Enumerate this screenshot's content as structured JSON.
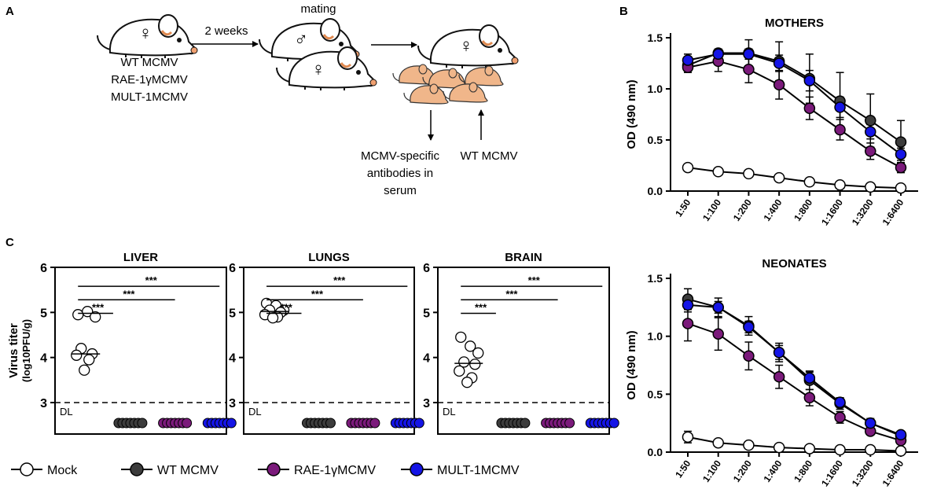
{
  "panel_labels": {
    "a": "A",
    "b": "B",
    "c": "C"
  },
  "schematic": {
    "mother_symbol": "♀",
    "father_symbol": "♂",
    "infection_lines": [
      "WT MCMV",
      "RAE-1γMCMV",
      "MULT-1MCMV"
    ],
    "two_weeks": "2 weeks",
    "mating": "mating",
    "antibody_lines": [
      "MCMV-specific",
      "antibodies in",
      "serum"
    ],
    "challenge": "WT MCMV",
    "mouse_icon": "mouse-icon",
    "pup_icon": "pup-icon"
  },
  "legend": {
    "items": [
      {
        "label": "Mock",
        "color": "#ffffff"
      },
      {
        "label": "WT MCMV",
        "color": "#3c3c3c"
      },
      {
        "label": "RAE-1γMCMV",
        "color": "#7b1a7b"
      },
      {
        "label": "MULT-1MCMV",
        "color": "#1515e6"
      }
    ]
  },
  "chart_data": [
    {
      "type": "line",
      "title": "MOTHERS",
      "ylabel": "OD (490 nm)",
      "categories": [
        "1:50",
        "1:100",
        "1:200",
        "1:400",
        "1:800",
        "1:1600",
        "1:3200",
        "1:6400"
      ],
      "ylim": [
        0,
        1.5
      ],
      "yticks": [
        "0.0",
        "0.5",
        "1.0",
        "1.5"
      ],
      "series": [
        {
          "name": "WT MCMV",
          "color": "#3c3c3c",
          "values": [
            1.23,
            1.35,
            1.35,
            1.27,
            1.1,
            0.88,
            0.69,
            0.48
          ],
          "err": [
            0.04,
            0.04,
            0.13,
            0.19,
            0.24,
            0.28,
            0.26,
            0.21
          ]
        },
        {
          "name": "RAE-1γMCMV",
          "color": "#7b1a7b",
          "values": [
            1.21,
            1.27,
            1.19,
            1.04,
            0.81,
            0.6,
            0.39,
            0.23
          ],
          "err": [
            0.05,
            0.1,
            0.13,
            0.14,
            0.11,
            0.1,
            0.08,
            0.05
          ]
        },
        {
          "name": "MULT-1MCMV",
          "color": "#1515e6",
          "values": [
            1.28,
            1.34,
            1.34,
            1.25,
            1.08,
            0.82,
            0.58,
            0.36
          ],
          "err": [
            0.06,
            0.04,
            0.05,
            0.08,
            0.1,
            0.1,
            0.07,
            0.06
          ]
        },
        {
          "name": "Mock",
          "color": "#ffffff",
          "values": [
            0.23,
            0.19,
            0.17,
            0.13,
            0.09,
            0.06,
            0.04,
            0.03
          ],
          "err": [
            0,
            0,
            0,
            0,
            0,
            0,
            0,
            0
          ]
        }
      ]
    },
    {
      "type": "line",
      "title": "NEONATES",
      "ylabel": "OD (490 nm)",
      "categories": [
        "1:50",
        "1:100",
        "1:200",
        "1:400",
        "1:800",
        "1:1600",
        "1:3200",
        "1:6400"
      ],
      "ylim": [
        0,
        1.5
      ],
      "yticks": [
        "0.0",
        "0.5",
        "1.0",
        "1.5"
      ],
      "series": [
        {
          "name": "WT MCMV",
          "color": "#3c3c3c",
          "values": [
            1.32,
            1.25,
            1.09,
            0.86,
            0.62,
            0.42,
            0.25,
            0.14
          ],
          "err": [
            0.09,
            0.08,
            0.08,
            0.08,
            0.08,
            0.05,
            0.04,
            0.03
          ]
        },
        {
          "name": "RAE-1γMCMV",
          "color": "#7b1a7b",
          "values": [
            1.11,
            1.02,
            0.83,
            0.65,
            0.47,
            0.3,
            0.18,
            0.1
          ],
          "err": [
            0.15,
            0.14,
            0.12,
            0.1,
            0.07,
            0.05,
            0.03,
            0.02
          ]
        },
        {
          "name": "MULT-1MCMV",
          "color": "#1515e6",
          "values": [
            1.27,
            1.25,
            1.08,
            0.86,
            0.64,
            0.43,
            0.25,
            0.15
          ],
          "err": [
            0.06,
            0.05,
            0.05,
            0.06,
            0.05,
            0.04,
            0.03,
            0.02
          ]
        },
        {
          "name": "Mock",
          "color": "#ffffff",
          "values": [
            0.13,
            0.08,
            0.06,
            0.04,
            0.03,
            0.02,
            0.02,
            0.01
          ],
          "err": [
            0.05,
            0,
            0,
            0,
            0,
            0,
            0,
            0
          ]
        }
      ]
    },
    {
      "type": "scatter",
      "title": "LIVER",
      "ylabel": "Virus titer",
      "ylabel_unit": "(log10PFU/g)",
      "ylim": [
        3,
        6
      ],
      "yticks": [
        "3",
        "4",
        "5",
        "6"
      ],
      "detection_limit_label": "DL",
      "detection_limit": 3,
      "significance": [
        "***",
        "***",
        "***"
      ],
      "groups": [
        {
          "name": "Mock",
          "color": "#ffffff",
          "values": [
            4.95,
            5.02,
            4.9,
            4.2,
            4.08,
            4.05,
            3.95,
            3.72
          ],
          "median": 4.08
        },
        {
          "name": "WT MCMV",
          "color": "#3c3c3c",
          "below_detection": true
        },
        {
          "name": "RAE-1γMCMV",
          "color": "#7b1a7b",
          "below_detection": true
        },
        {
          "name": "MULT-1MCMV",
          "color": "#1515e6",
          "below_detection": true
        }
      ]
    },
    {
      "type": "scatter",
      "title": "LUNGS",
      "ylabel": "",
      "ylim": [
        3,
        6
      ],
      "yticks": [
        "3",
        "4",
        "5",
        "6"
      ],
      "detection_limit_label": "DL",
      "detection_limit": 3,
      "significance": [
        "***",
        "***",
        "***"
      ],
      "groups": [
        {
          "name": "Mock",
          "color": "#ffffff",
          "values": [
            5.2,
            5.15,
            5.05,
            5.05,
            5.0,
            4.95,
            4.9,
            4.88
          ],
          "median": 5.02
        },
        {
          "name": "WT MCMV",
          "color": "#3c3c3c",
          "below_detection": true
        },
        {
          "name": "RAE-1γMCMV",
          "color": "#7b1a7b",
          "below_detection": true
        },
        {
          "name": "MULT-1MCMV",
          "color": "#1515e6",
          "below_detection": true
        }
      ]
    },
    {
      "type": "scatter",
      "title": "BRAIN",
      "ylabel": "",
      "ylim": [
        3,
        6
      ],
      "yticks": [
        "3",
        "4",
        "5",
        "6"
      ],
      "detection_limit_label": "DL",
      "detection_limit": 3,
      "significance": [
        "***",
        "***",
        "***"
      ],
      "groups": [
        {
          "name": "Mock",
          "color": "#ffffff",
          "values": [
            4.45,
            4.25,
            4.1,
            3.9,
            3.85,
            3.7,
            3.55,
            3.45
          ],
          "median": 3.87
        },
        {
          "name": "WT MCMV",
          "color": "#3c3c3c",
          "below_detection": true
        },
        {
          "name": "RAE-1γMCMV",
          "color": "#7b1a7b",
          "below_detection": true
        },
        {
          "name": "MULT-1MCMV",
          "color": "#1515e6",
          "below_detection": true
        }
      ]
    }
  ]
}
